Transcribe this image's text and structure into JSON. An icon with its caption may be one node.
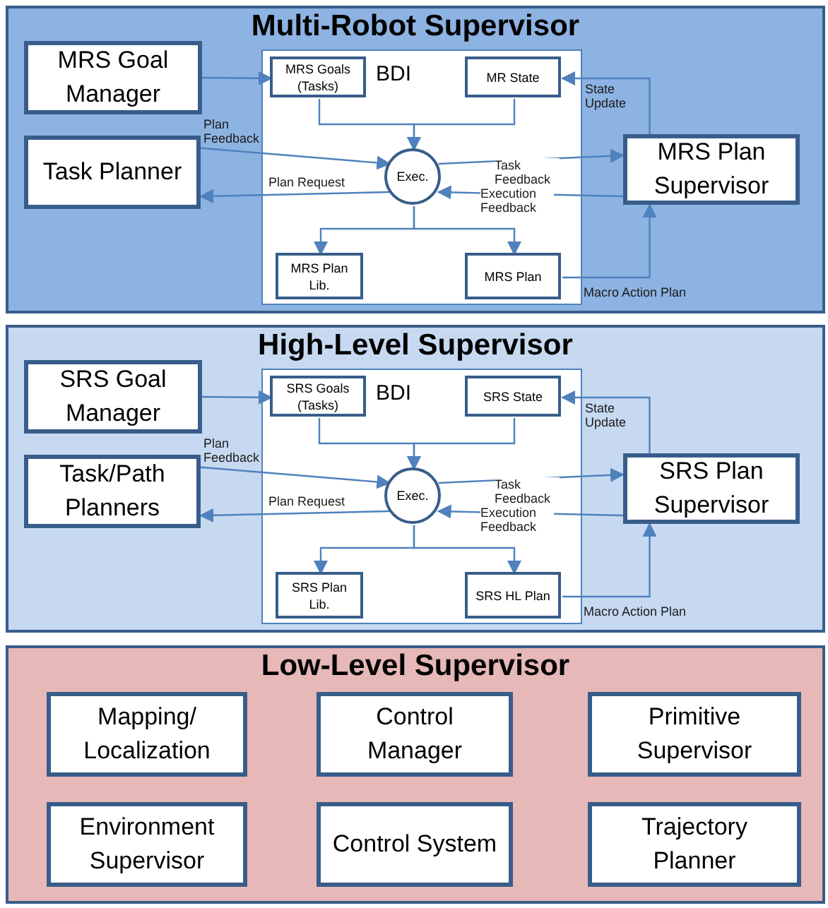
{
  "diagram": {
    "nodes": [
      {
        "text": [
          "Multi-Robot Supervisor"
        ]
      },
      {
        "text": [
          "MRS Goal Manager"
        ],
        "in": 0
      },
      {
        "text": [
          "BDI"
        ],
        "in": 0
      },
      {
        "text": [
          "MRS Goals (Tasks)"
        ],
        "in": 2
      },
      {
        "text": [
          "MR State"
        ],
        "in": 2
      },
      {
        "text": [
          "Exec."
        ],
        "in": 2
      },
      {
        "text": [
          "MRS Plan Lib."
        ],
        "in": 2
      },
      {
        "text": [
          "MRS Plan"
        ],
        "in": 2
      },
      {
        "text": [
          "Task Planner"
        ],
        "in": 0
      },
      {
        "text": [
          "MRS Plan Supervisor"
        ],
        "in": 0
      },
      {
        "text": [
          "High-Level Supervisor"
        ]
      },
      {
        "text": [
          "SRS Goal Manager"
        ],
        "in": 10
      },
      {
        "text": [
          "BDI"
        ],
        "in": 10
      },
      {
        "text": [
          "SRS Goals (Tasks)"
        ],
        "in": 12
      },
      {
        "text": [
          "SRS State"
        ],
        "in": 12
      },
      {
        "text": [
          "Exec."
        ],
        "in": 12
      },
      {
        "text": [
          "SRS Plan Lib."
        ],
        "in": 12
      },
      {
        "text": [
          "SRS HL Plan"
        ],
        "in": 12
      },
      {
        "text": [
          "Task/Path Planners"
        ],
        "in": 10
      },
      {
        "text": [
          "SRS Plan Supervisor"
        ],
        "in": 10
      },
      {
        "text": [
          "Low-Level Supervisor"
        ]
      },
      {
        "text": [
          "Mapping/ Localization"
        ],
        "in": 20
      },
      {
        "text": [
          "Control Manager"
        ],
        "in": 20
      },
      {
        "text": [
          "Primitive Supervisor"
        ],
        "in": 20
      },
      {
        "text": [
          "Environment Supervisor"
        ],
        "in": 20
      },
      {
        "text": [
          "Control System"
        ],
        "in": 20
      },
      {
        "text": [
          "Trajectory Planner"
        ],
        "in": 20
      }
    ],
    "edges": [
      {
        "from": 1,
        "to": 3,
        "arrow": "to"
      },
      {
        "from": 3,
        "to": 5,
        "arrow": "to"
      },
      {
        "from": 4,
        "to": 5,
        "arrow": "to"
      },
      {
        "from": 8,
        "to": 5,
        "arrow": "to",
        "label": "Plan Feedback"
      },
      {
        "from": 5,
        "to": 9,
        "arrow": "to",
        "label": "Task Feedback"
      },
      {
        "from": 5,
        "to": 8,
        "arrow": "to",
        "label": "Plan Request"
      },
      {
        "from": 9,
        "to": 5,
        "arrow": "to",
        "label": "Execution Feedback"
      },
      {
        "from": 5,
        "to": 6,
        "arrow": "to"
      },
      {
        "from": 5,
        "to": 7,
        "arrow": "to"
      },
      {
        "from": 9,
        "to": 4,
        "arrow": "to",
        "label": "State Update"
      },
      {
        "from": 7,
        "to": 9,
        "arrow": "to",
        "label": "Macro Action Plan"
      },
      {
        "from": 11,
        "to": 13,
        "arrow": "to"
      },
      {
        "from": 13,
        "to": 15,
        "arrow": "to"
      },
      {
        "from": 14,
        "to": 15,
        "arrow": "to"
      },
      {
        "from": 18,
        "to": 15,
        "arrow": "to",
        "label": "Plan Feedback"
      },
      {
        "from": 15,
        "to": 19,
        "arrow": "to",
        "label": "Task Feedback"
      },
      {
        "from": 15,
        "to": 18,
        "arrow": "to",
        "label": "Plan Request"
      },
      {
        "from": 19,
        "to": 15,
        "arrow": "to",
        "label": "Execution Feedback"
      },
      {
        "from": 15,
        "to": 16,
        "arrow": "to"
      },
      {
        "from": 15,
        "to": 17,
        "arrow": "to"
      },
      {
        "from": 19,
        "to": 14,
        "arrow": "to",
        "label": "State Update"
      },
      {
        "from": 17,
        "to": 19,
        "arrow": "to",
        "label": "Macro Action Plan"
      }
    ]
  }
}
